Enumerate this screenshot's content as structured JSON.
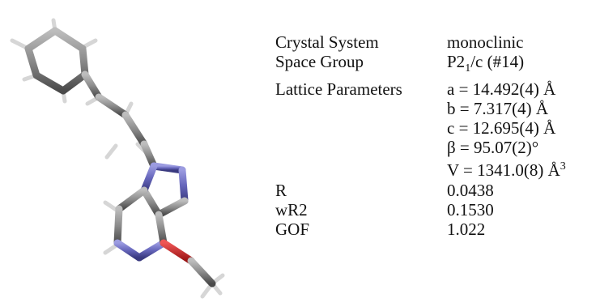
{
  "rows": [
    {
      "label": "Crystal System",
      "value": "monoclinic"
    },
    {
      "label": "Space Group",
      "value_parts": [
        "P2",
        "1",
        "/c (#14)"
      ]
    },
    {
      "label": "Lattice Parameters",
      "value": "a = 14.492(4)  Å"
    },
    {
      "label": "",
      "value": "b = 7.317(4)  Å"
    },
    {
      "label": "",
      "value": "c = 12.695(4)  Å"
    },
    {
      "label": "",
      "value": "β = 95.07(2)°"
    },
    {
      "label": "",
      "value_parts": [
        "V = 1341.0(8)  Å",
        "3"
      ]
    },
    {
      "label": "R",
      "value": "0.0438"
    },
    {
      "label": "wR2",
      "value": "0.1530"
    },
    {
      "label": "GOF",
      "value": "1.022"
    }
  ],
  "colors": {
    "carbon": "#8c8c8c",
    "hydrogen": "#d9d9d9",
    "nitrogen": "#6666bb",
    "oxygen": "#cc2222"
  }
}
